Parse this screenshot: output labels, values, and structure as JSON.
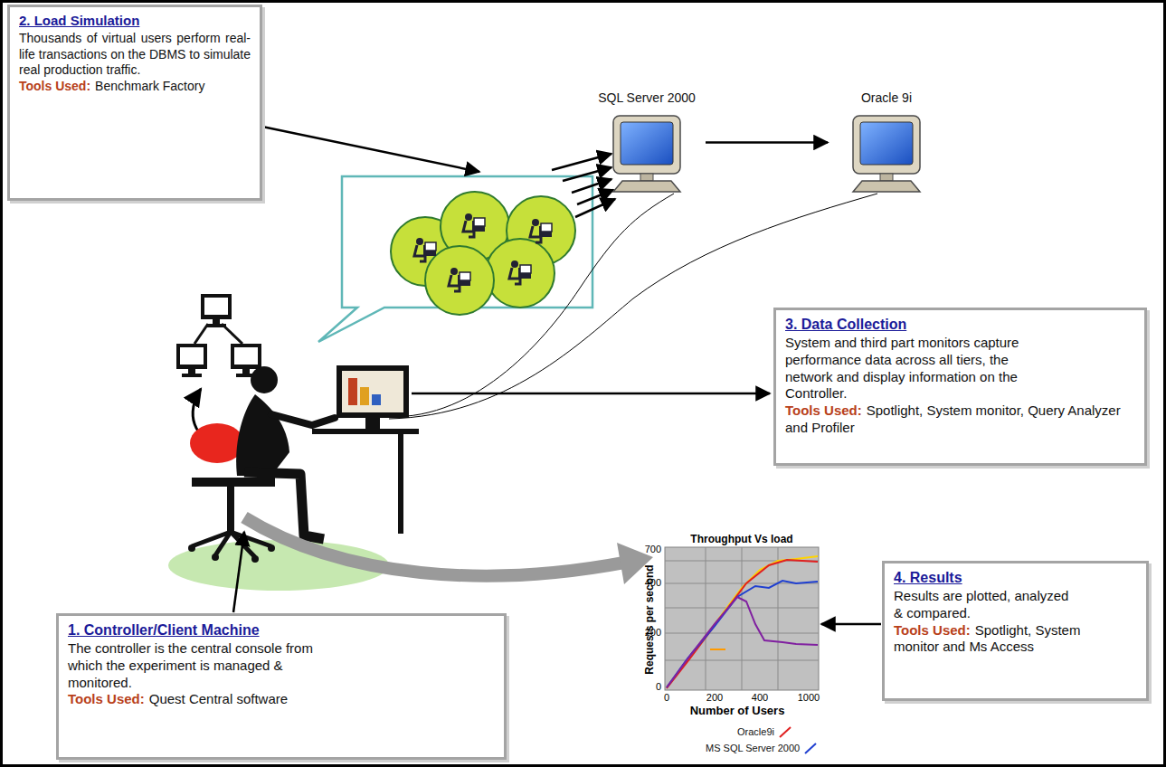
{
  "diagram": {
    "nodes": [
      {
        "text": [
          "2. Load Simulation",
          "Thousands of virtual users perform real-life transactions on the DBMS to simulate real production traffic.",
          "Tools Used:",
          "Benchmark Factory"
        ]
      },
      {
        "text": [
          "SQL Server 2000"
        ]
      },
      {
        "text": [
          "Oracle 9i"
        ]
      },
      {
        "text": [
          "3. Data Collection",
          "System and third part monitors capture performance data across all tiers, the network and display information on the Controller.",
          "Tools Used:",
          "Spotlight, System monitor, Query Analyzer and Profiler"
        ]
      },
      {
        "text": [
          "4. Results",
          "Results are plotted, analyzed & compared.",
          "Tools Used:",
          "Spotlight, System monitor and Ms Access"
        ]
      },
      {
        "text": [
          "1. Controller/Client Machine",
          "The controller is the central console from which the experiment is managed & monitored.",
          "Tools Used:",
          "Quest Central software"
        ]
      }
    ],
    "edges": [
      {
        "from": 1,
        "to": 2,
        "arrow": "to"
      }
    ],
    "labels": [
      "Throughput Vs load",
      "Requests per second",
      "700",
      "400",
      "200",
      "0",
      "0",
      "200",
      "400",
      "1000",
      "Number of Users"
    ],
    "legend": [
      {
        "text": "Oracle9i"
      },
      {
        "text": "MS SQL Server 2000"
      }
    ]
  }
}
